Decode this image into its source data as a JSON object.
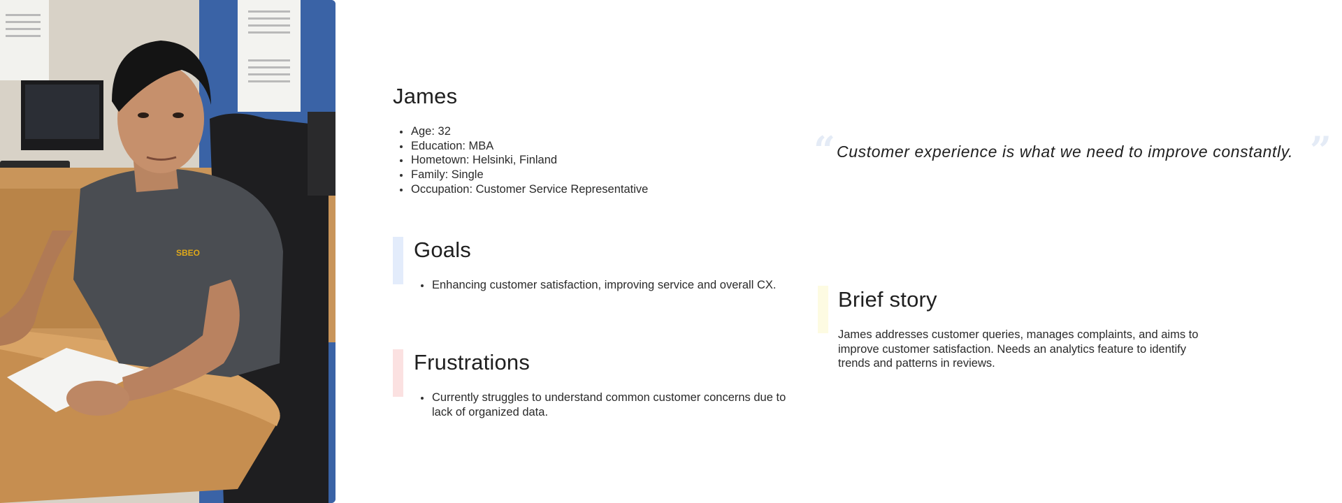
{
  "persona": {
    "name": "James",
    "facts": [
      "Age: 32",
      "Education: MBA",
      "Hometown: Helsinki, Finland",
      "Family: Single",
      "Occupation: Customer Service Representative"
    ],
    "quote": "Customer experience is what we need to improve constantly.",
    "photo": {
      "logo_text": "SBEO"
    }
  },
  "goals": {
    "title": "Goals",
    "items": [
      "Enhancing customer satisfaction, improving service and overall CX."
    ],
    "accent": "#e3ecfb"
  },
  "frustrations": {
    "title": "Frustrations",
    "items": [
      "Currently struggles to understand common customer concerns due to lack of organized data."
    ],
    "accent": "#fbe1e1"
  },
  "story": {
    "title": "Brief story",
    "text": "James addresses customer queries, manages complaints, and aims to improve customer satisfaction. Needs an analytics feature to identify trends and patterns in reviews.",
    "accent": "#fdfbe2"
  }
}
